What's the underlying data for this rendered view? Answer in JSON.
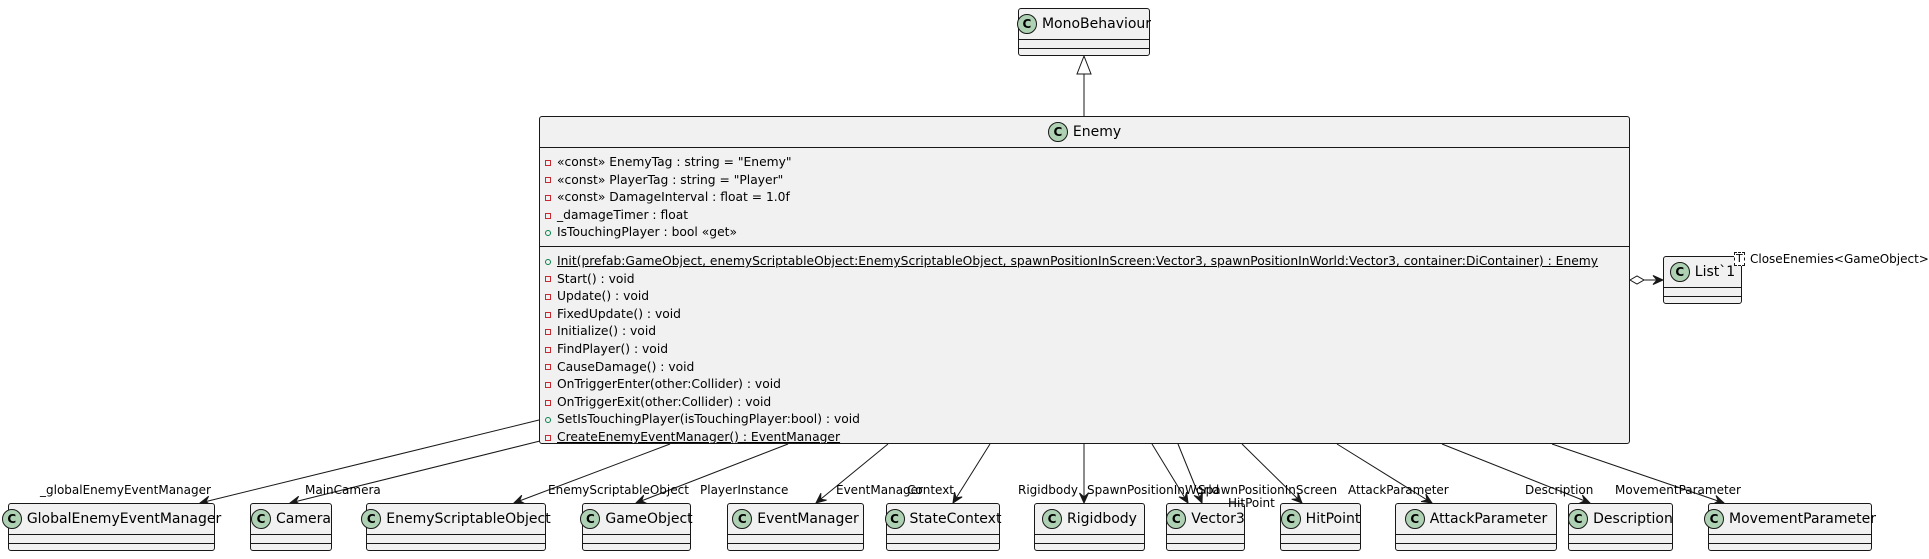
{
  "class_icon_letter": "C",
  "colors": {
    "class_fill": "#f1f1f1",
    "icon_fill": "#add1b2",
    "line": "#181818",
    "private_marker": "#c82930",
    "public_marker": "#038048"
  },
  "mono_behaviour": {
    "name": "MonoBehaviour"
  },
  "enemy": {
    "name": "Enemy",
    "fields": [
      {
        "visibility": "private",
        "text": "«const» EnemyTag : string = \"Enemy\""
      },
      {
        "visibility": "private",
        "text": "«const» PlayerTag : string = \"Player\""
      },
      {
        "visibility": "private",
        "text": "«const» DamageInterval : float = 1.0f"
      },
      {
        "visibility": "private",
        "text": "_damageTimer : float"
      },
      {
        "visibility": "public",
        "text": "IsTouchingPlayer : bool «get»"
      }
    ],
    "methods": [
      {
        "visibility": "public",
        "text": "Init(prefab:GameObject, enemyScriptableObject:EnemyScriptableObject, spawnPositionInScreen:Vector3, spawnPositionInWorld:Vector3, container:DiContainer) : Enemy",
        "static": true
      },
      {
        "visibility": "private",
        "text": "Start() : void"
      },
      {
        "visibility": "private",
        "text": "Update() : void"
      },
      {
        "visibility": "private",
        "text": "FixedUpdate() : void"
      },
      {
        "visibility": "private",
        "text": "Initialize() : void"
      },
      {
        "visibility": "private",
        "text": "FindPlayer() : void"
      },
      {
        "visibility": "private",
        "text": "CauseDamage() : void"
      },
      {
        "visibility": "private",
        "text": "OnTriggerEnter(other:Collider) : void"
      },
      {
        "visibility": "private",
        "text": "OnTriggerExit(other:Collider) : void"
      },
      {
        "visibility": "public",
        "text": "SetIsTouchingPlayer(isTouchingPlayer:bool) : void"
      },
      {
        "visibility": "private",
        "text": "CreateEnemyEventManager() : EventManager",
        "static": true
      }
    ]
  },
  "list_class": {
    "name": "List`1",
    "type_parameter": "T",
    "role": "CloseEnemies<GameObject>"
  },
  "associated_classes": [
    {
      "name": "GlobalEnemyEventManager"
    },
    {
      "name": "Camera"
    },
    {
      "name": "EnemyScriptableObject"
    },
    {
      "name": "GameObject"
    },
    {
      "name": "EventManager"
    },
    {
      "name": "StateContext"
    },
    {
      "name": "Rigidbody"
    },
    {
      "name": "Vector3"
    },
    {
      "name": "HitPoint"
    },
    {
      "name": "AttackParameter"
    },
    {
      "name": "Description"
    },
    {
      "name": "MovementParameter"
    }
  ],
  "associations": [
    {
      "role": "_globalEnemyEventManager",
      "target": "GlobalEnemyEventManager"
    },
    {
      "role": "MainCamera",
      "target": "Camera"
    },
    {
      "role": "EnemyScriptableObject",
      "target": "EnemyScriptableObject"
    },
    {
      "role": "PlayerInstance",
      "target": "GameObject"
    },
    {
      "role": "EventManager",
      "target": "EventManager"
    },
    {
      "role": "Context",
      "target": "StateContext"
    },
    {
      "role": "Rigidbody",
      "target": "Rigidbody"
    },
    {
      "role": "SpawnPositionInWorld",
      "target": "Vector3"
    },
    {
      "role": "SpawnPositionInScreen",
      "target": "Vector3"
    },
    {
      "role": "HitPoint",
      "target": "HitPoint"
    },
    {
      "role": "AttackParameter",
      "target": "AttackParameter"
    },
    {
      "role": "Description",
      "target": "Description"
    },
    {
      "role": "MovementParameter",
      "target": "MovementParameter"
    }
  ]
}
